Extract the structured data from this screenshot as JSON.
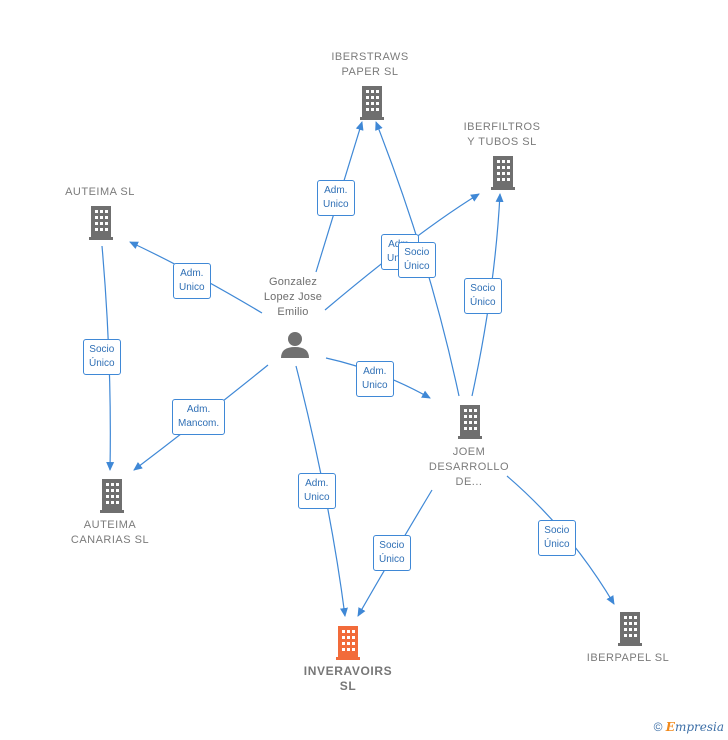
{
  "nodes": {
    "iberstraws": [
      "IBERSTRAWS",
      "PAPER  SL"
    ],
    "iberfiltros": [
      "IBERFILTROS",
      "Y TUBOS  SL"
    ],
    "auteima": [
      "AUTEIMA  SL"
    ],
    "person": [
      "Gonzalez",
      "Lopez Jose",
      "Emilio"
    ],
    "joem": [
      "JOEM",
      "DESARROLLO",
      "DE..."
    ],
    "auteima_canarias": [
      "AUTEIMA",
      "CANARIAS  SL"
    ],
    "inveravoirs": [
      "INVERAVOIRS",
      "SL"
    ],
    "iberpapel": [
      "IBERPAPEL SL"
    ]
  },
  "edges": {
    "adm_unico_iberstraws": [
      "Adm.",
      "Unico"
    ],
    "adm_unico_iberfiltros": [
      "Adm.",
      "Unico"
    ],
    "socio_unico_joem_iberstraws": [
      "Socio",
      "Único"
    ],
    "adm_unico_auteima": [
      "Adm.",
      "Unico"
    ],
    "socio_unico_auteima_canarias": [
      "Socio",
      "Único"
    ],
    "socio_unico_joem_iberfiltros": [
      "Socio",
      "Único"
    ],
    "adm_unico_joem": [
      "Adm.",
      "Unico"
    ],
    "adm_mancom": [
      "Adm.",
      "Mancom."
    ],
    "adm_unico_inveravoirs": [
      "Adm.",
      "Unico"
    ],
    "socio_unico_joem_inveravoirs": [
      "Socio",
      "Único"
    ],
    "socio_unico_iberpapel": [
      "Socio",
      "Único"
    ]
  },
  "footer": {
    "copyright": "©",
    "brand_e": "E",
    "brand_rest": "mpresia"
  },
  "colors": {
    "edge": "#3f88d6",
    "building": "#6f6f6f",
    "main_building": "#f26b3a",
    "person": "#707070"
  }
}
